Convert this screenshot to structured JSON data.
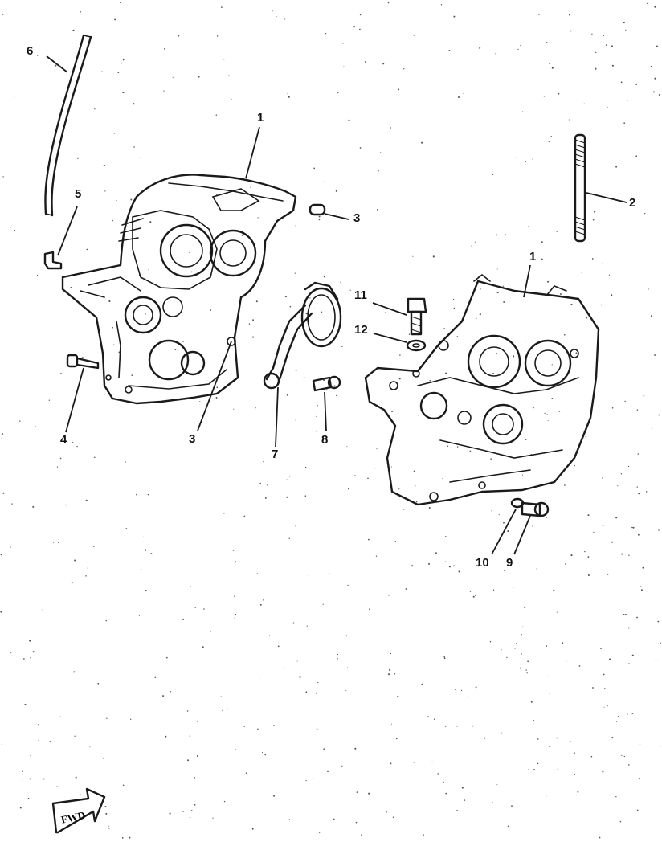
{
  "callouts": {
    "c1_left": "1",
    "c1_right": "1",
    "c2": "2",
    "c3_top": "3",
    "c3_bottom": "3",
    "c4": "4",
    "c5": "5",
    "c6": "6",
    "c7": "7",
    "c8": "8",
    "c9": "9",
    "c10": "10",
    "c11": "11",
    "c12": "12"
  },
  "fwd_badge": {
    "text": "FWD",
    "icon": "forward-arrow-icon"
  }
}
